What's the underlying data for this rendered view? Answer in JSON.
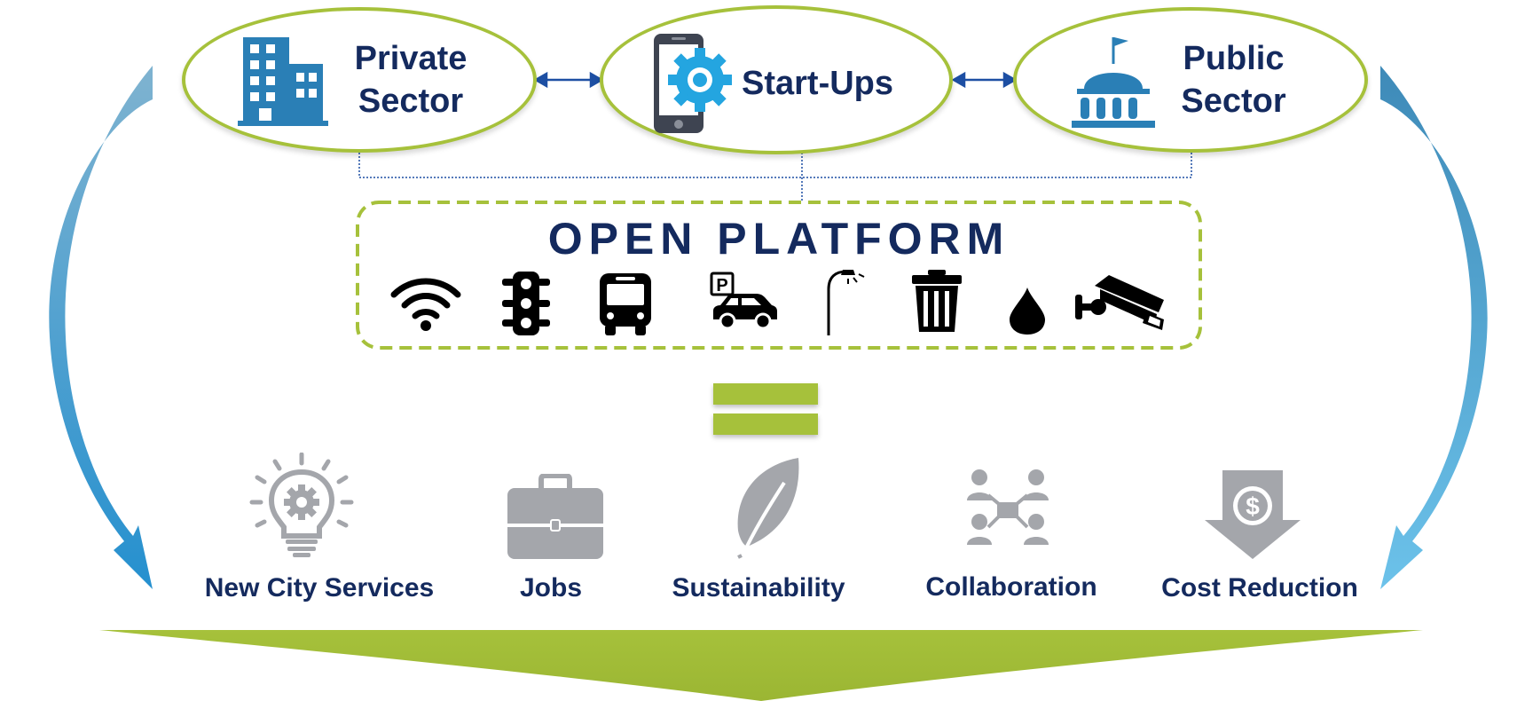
{
  "stakeholders": {
    "private": "Private\nSector",
    "startups": "Start-Ups",
    "public": "Public\nSector"
  },
  "platform": {
    "title": "OPEN PLATFORM",
    "icons": [
      "wifi-icon",
      "traffic-light-icon",
      "bus-icon",
      "parking-car-icon",
      "street-light-icon",
      "trash-can-icon",
      "water-drop-icon",
      "security-camera-icon"
    ]
  },
  "outcomes": {
    "services": "New City Services",
    "jobs": "Jobs",
    "sustainability": "Sustainability",
    "collaboration": "Collaboration",
    "cost": "Cost Reduction"
  },
  "colors": {
    "green": "#a6c13b",
    "navy": "#142a5e",
    "blue": "#2a8fc6",
    "gray": "#a4a6ab"
  }
}
